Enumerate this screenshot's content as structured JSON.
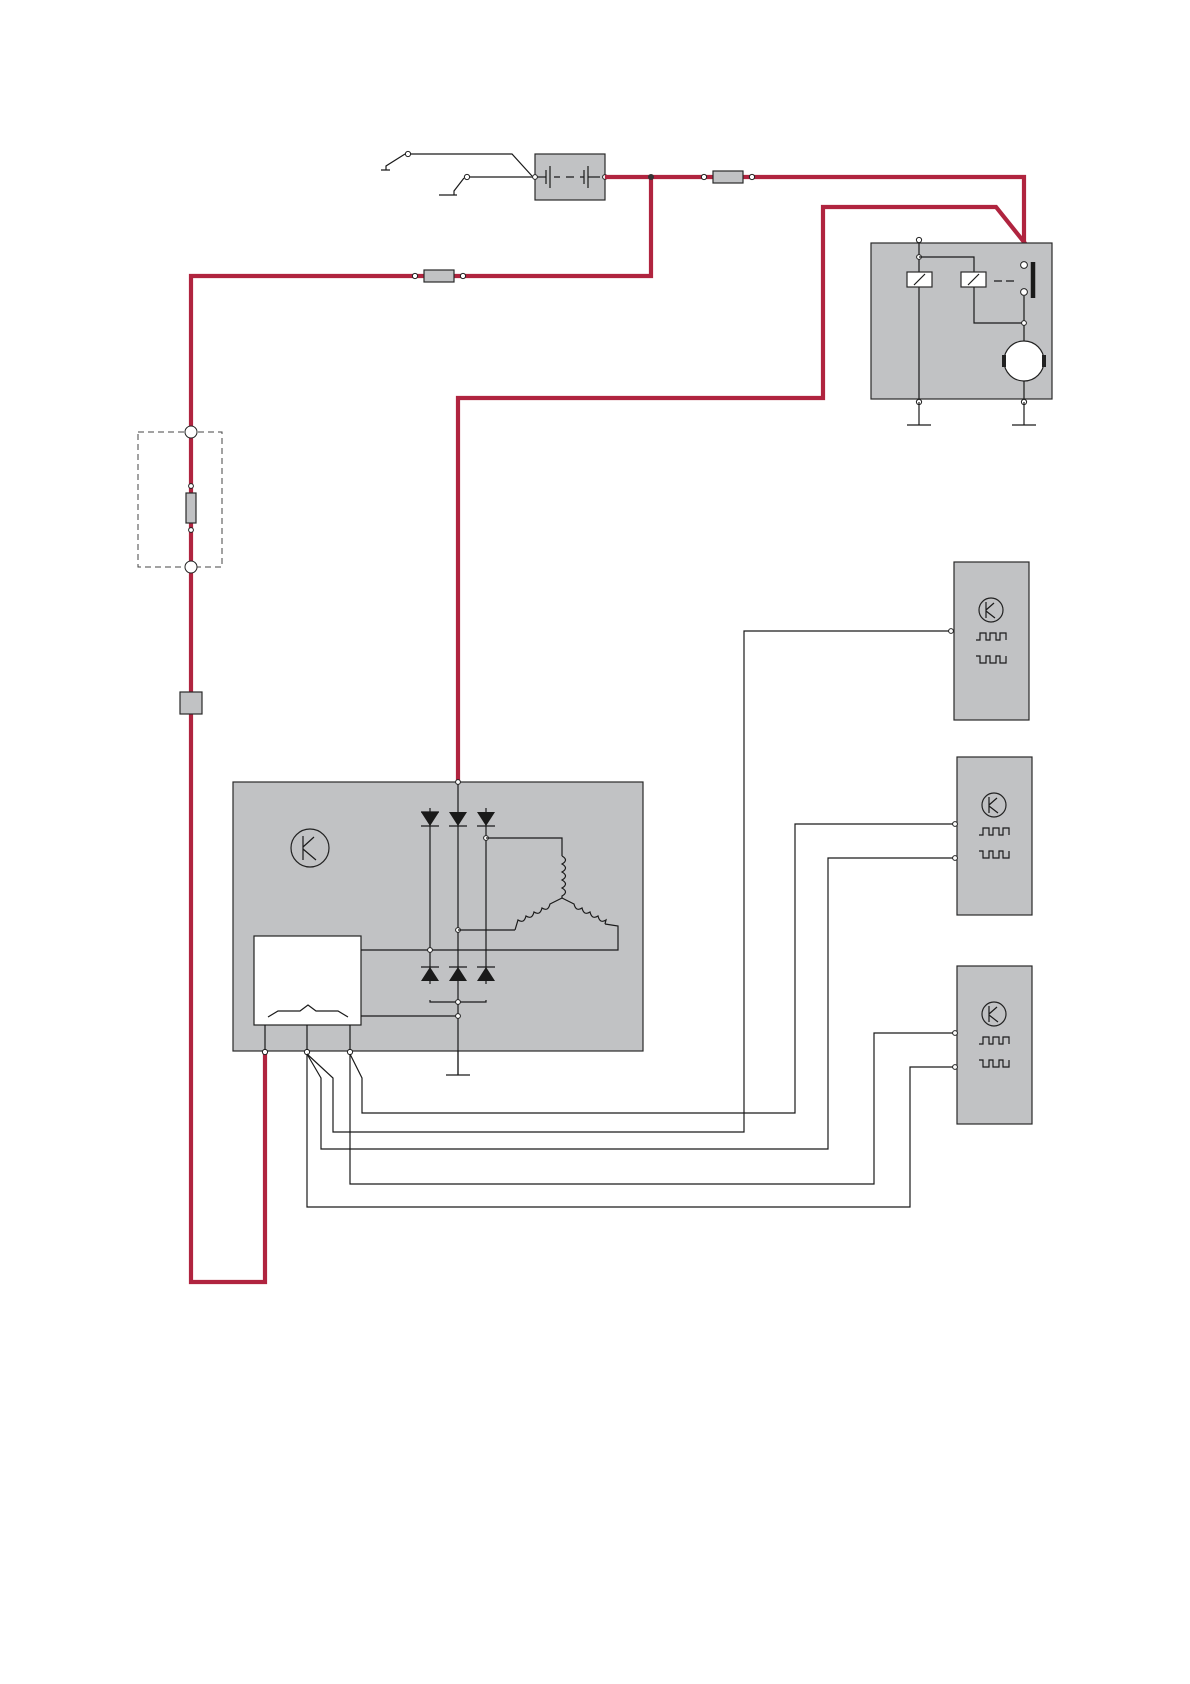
{
  "colors": {
    "power_wire": "#b0243f",
    "signal_wire": "#1a1a1a",
    "module_fill": "#c1c2c4",
    "background": "#ffffff"
  },
  "diagram": {
    "components": [
      {
        "name": "battery",
        "icon": "battery-icon"
      },
      {
        "name": "starter-motor",
        "icon": "motor-icon"
      },
      {
        "name": "alternator",
        "icon": "rectifier-diode-icon"
      },
      {
        "name": "voltage-regulator",
        "icon": "regulator-icon"
      },
      {
        "name": "control-module-1",
        "icon": "transistor-icon"
      },
      {
        "name": "control-module-2",
        "icon": "transistor-icon"
      },
      {
        "name": "control-module-3",
        "icon": "transistor-icon"
      },
      {
        "name": "fuse-box",
        "icon": "fuse-icon"
      }
    ]
  }
}
